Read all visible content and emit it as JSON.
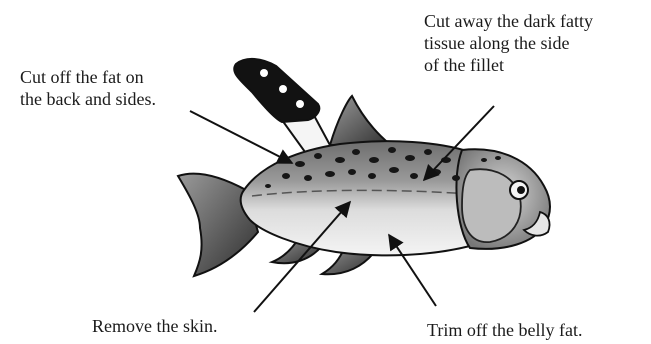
{
  "annotations": {
    "back_fat": [
      "Cut off the fat on",
      "the back and sides."
    ],
    "dark_tissue": [
      "Cut away the dark fatty",
      "tissue along the side",
      "of the fillet"
    ],
    "skin": [
      "Remove the skin."
    ],
    "belly_fat": [
      "Trim off the belly fat."
    ]
  },
  "illustration": {
    "subject": "fish-with-knife",
    "palette": {
      "outline": "#111111",
      "body_light": "#e6e6e6",
      "body_mid": "#a8a8a8",
      "body_dark": "#555555",
      "spots": "#1a1a1a",
      "knife_handle": "#111111",
      "knife_blade": "#f2f2f2"
    }
  }
}
